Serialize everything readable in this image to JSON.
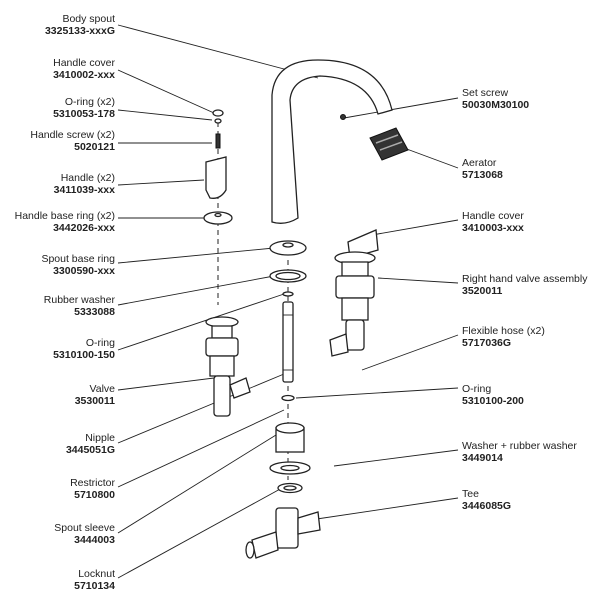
{
  "labels_left": [
    {
      "name": "Body spout",
      "part": "3325133-xxxG"
    },
    {
      "name": "Handle cover",
      "part": "3410002-xxx"
    },
    {
      "name": "O-ring (x2)",
      "part": "5310053-178"
    },
    {
      "name": "Handle screw (x2)",
      "part": "5020121"
    },
    {
      "name": "Handle (x2)",
      "part": "3411039-xxx"
    },
    {
      "name": "Handle base ring (x2)",
      "part": "3442026-xxx"
    },
    {
      "name": "Spout base ring",
      "part": "3300590-xxx"
    },
    {
      "name": "Rubber washer",
      "part": "5333088"
    },
    {
      "name": "O-ring",
      "part": "5310100-150"
    },
    {
      "name": "Valve",
      "part": "3530011"
    },
    {
      "name": "Nipple",
      "part": "3445051G"
    },
    {
      "name": "Restrictor",
      "part": "5710800"
    },
    {
      "name": "Spout sleeve",
      "part": "3444003"
    },
    {
      "name": "Locknut",
      "part": "5710134"
    }
  ],
  "labels_right": [
    {
      "name": "Set screw",
      "part": "50030M30100"
    },
    {
      "name": "Aerator",
      "part": "5713068"
    },
    {
      "name": "Handle cover",
      "part": "3410003-xxx"
    },
    {
      "name": "Right hand valve assembly",
      "part": "3520011"
    },
    {
      "name": "Flexible hose (x2)",
      "part": "5717036G"
    },
    {
      "name": "O-ring",
      "part": "5310100-200"
    },
    {
      "name": "Washer + rubber washer",
      "part": "3449014"
    },
    {
      "name": "Tee",
      "part": "3446085G"
    }
  ]
}
